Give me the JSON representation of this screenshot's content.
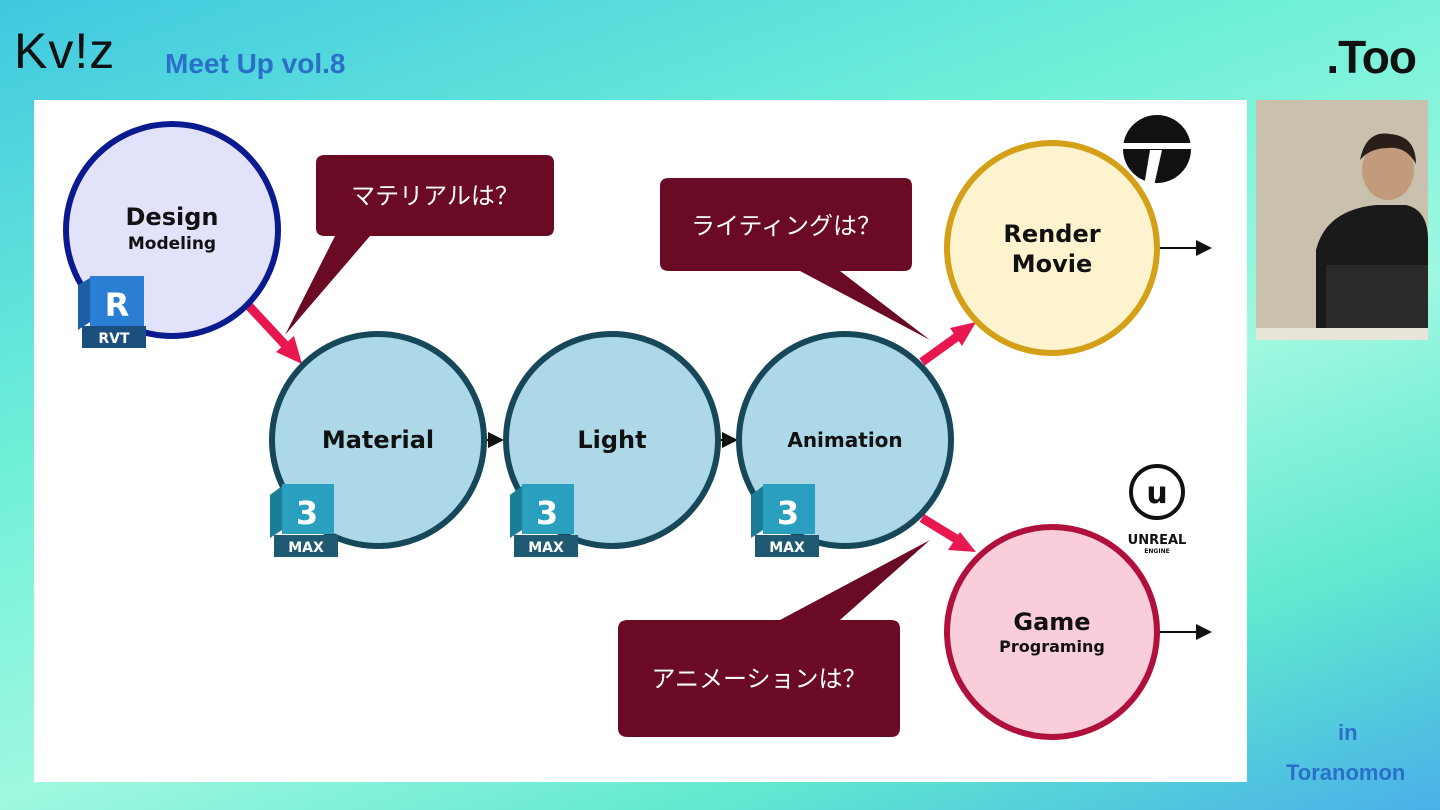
{
  "header": {
    "logo_text": "Kv!z",
    "event_title": "Meet Up  vol.8",
    "sponsor_logo": ".Too"
  },
  "footer": {
    "in_label": "in",
    "location": "Toranomon"
  },
  "colors": {
    "bubble": "#6b0a25",
    "arrow": "#e8174f",
    "blue_circle": "#17485a",
    "render": "#d4a017",
    "game": "#b0103c",
    "design": "#0a1a8f"
  },
  "nodes": {
    "design": {
      "title": "Design",
      "subtitle": "Modeling",
      "badge_letter": "R",
      "badge_label": "RVT"
    },
    "material": {
      "title": "Material",
      "badge_letter": "3",
      "badge_label": "MAX"
    },
    "light": {
      "title": "Light",
      "badge_letter": "3",
      "badge_label": "MAX"
    },
    "animation": {
      "title": "Animation",
      "badge_letter": "3",
      "badge_label": "MAX"
    },
    "render": {
      "title": "Render",
      "subtitle": "Movie"
    },
    "game": {
      "title": "Game",
      "subtitle": "Programing",
      "engine_logo": "UNREAL",
      "engine_logo_sub": "ENGINE"
    }
  },
  "bubbles": {
    "material": "マテリアルは？",
    "lighting": "ライティングは？",
    "animation": "アニメーションは？"
  }
}
